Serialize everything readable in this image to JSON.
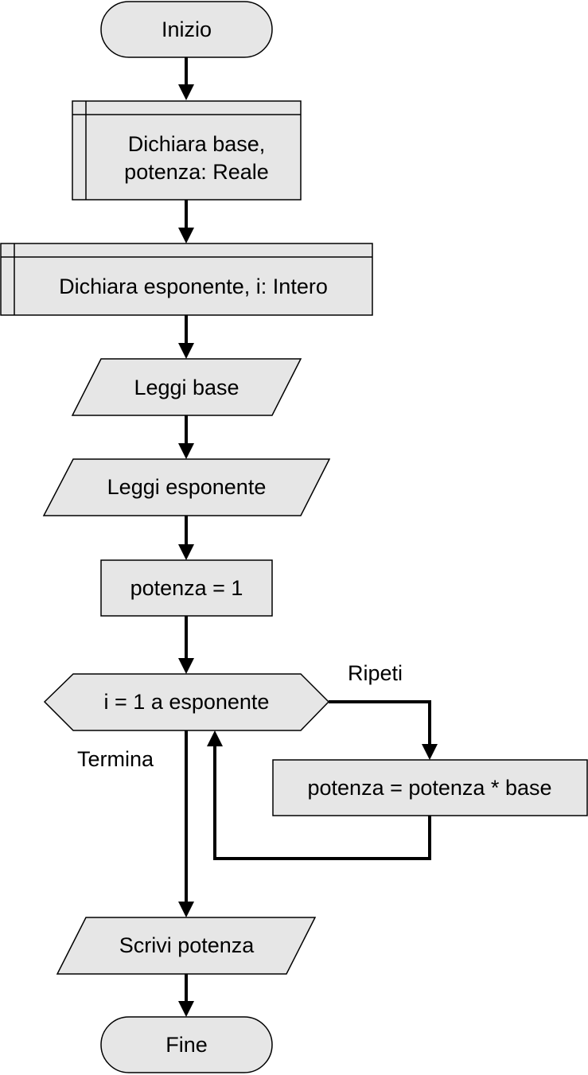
{
  "nodes": {
    "start": "Inizio",
    "declare_real_line1": "Dichiara base,",
    "declare_real_line2": "potenza: Reale",
    "declare_int": "Dichiara esponente, i: Intero",
    "read_base": "Leggi base",
    "read_exponent": "Leggi esponente",
    "init_power": "potenza = 1",
    "loop": "i = 1 a esponente",
    "loop_body": "potenza = potenza * base",
    "write_power": "Scrivi potenza",
    "end": "Fine"
  },
  "edges": {
    "repeat_label": "Ripeti",
    "exit_label": "Termina"
  }
}
